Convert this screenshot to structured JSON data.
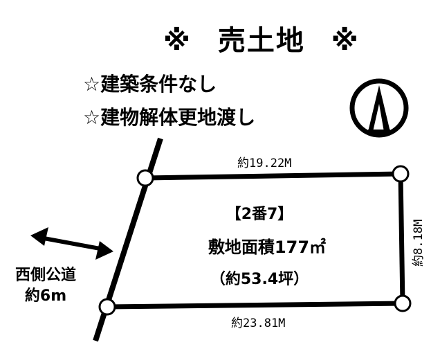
{
  "title": {
    "mark_left": "※",
    "text": "売土地",
    "mark_right": "※"
  },
  "conditions": [
    "☆建築条件なし",
    "☆建物解体更地渡し"
  ],
  "north_symbol": "north-arrow",
  "lot": {
    "number": "【2番7】",
    "area_label": "敷地面積177㎡",
    "tsubo_label": "（約53.4坪）"
  },
  "dimensions": {
    "top": "約19.22M",
    "bottom": "約23.81M",
    "right": "約8.18M"
  },
  "road": {
    "name": "西側公道",
    "width": "約6m"
  },
  "colors": {
    "line": "#000000",
    "background": "#ffffff"
  }
}
